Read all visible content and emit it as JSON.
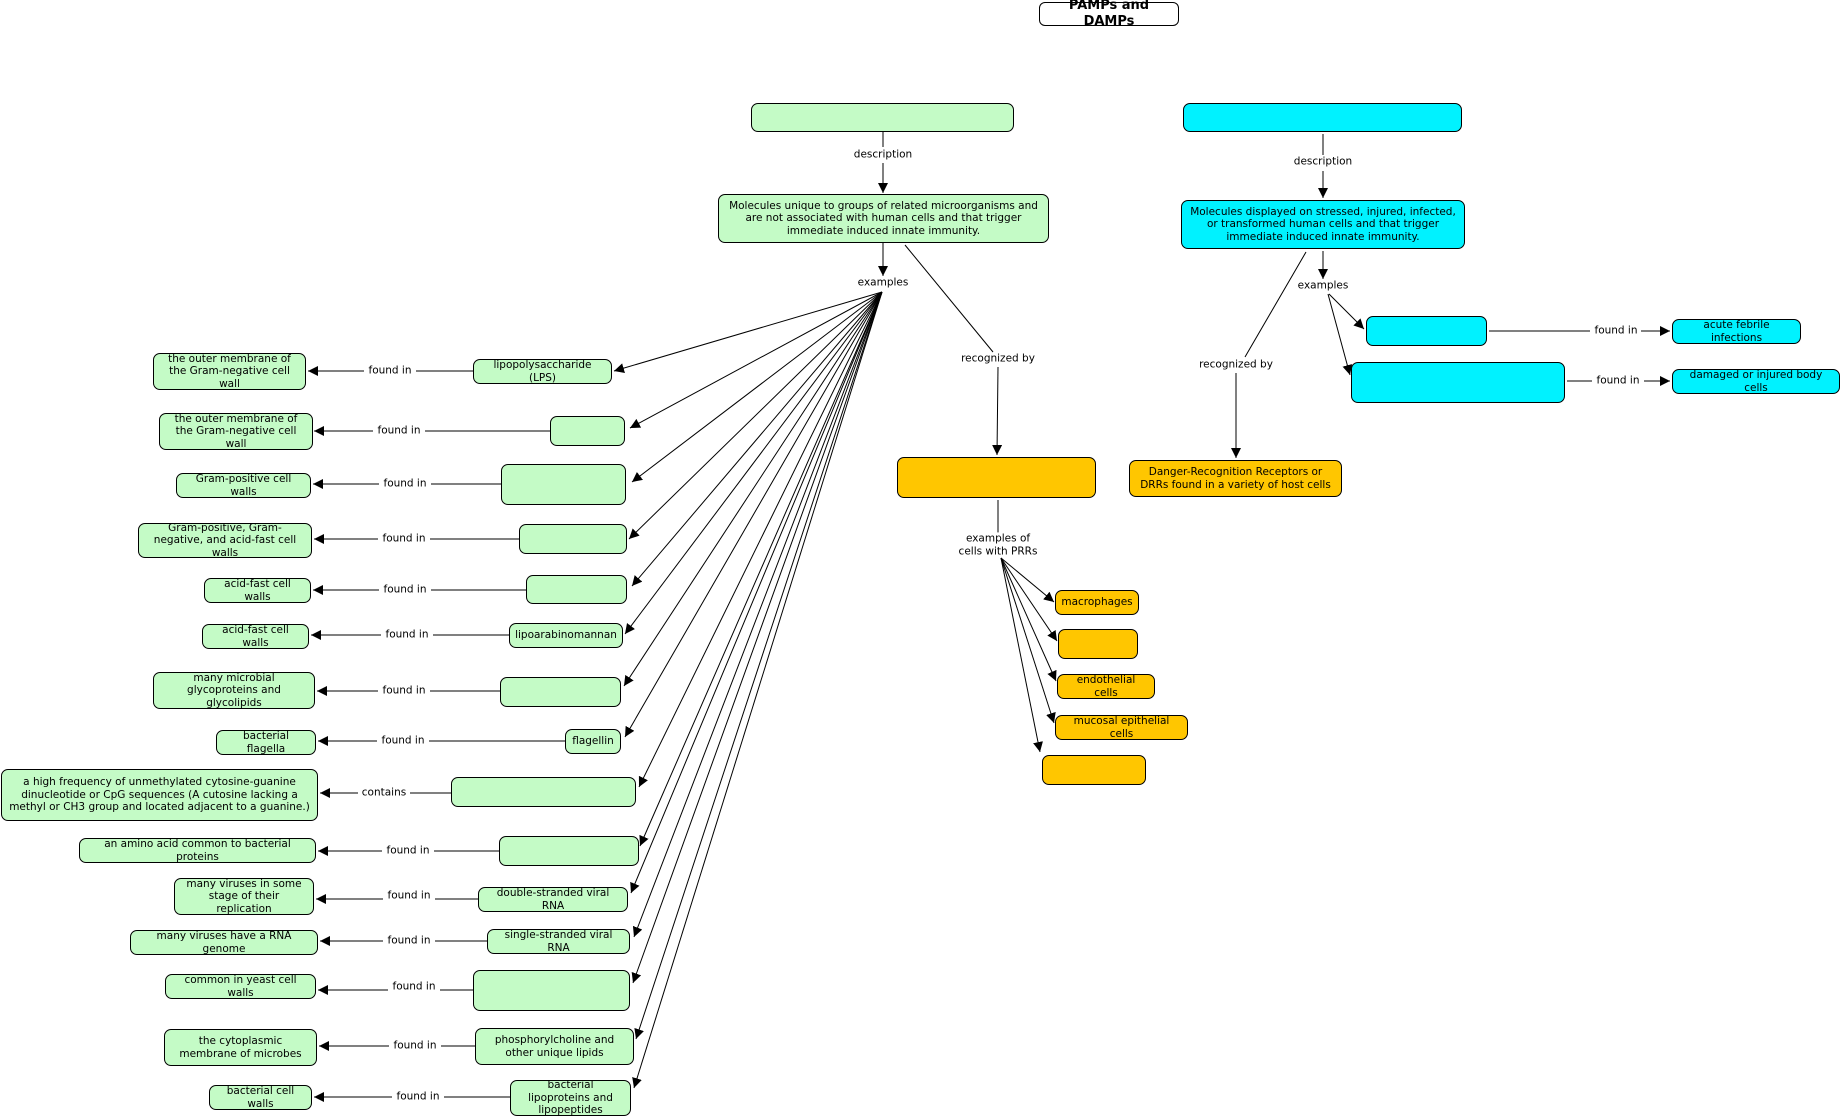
{
  "title": "PAMPs and DAMPs",
  "colors": {
    "pamp": "#c4fbc6",
    "damp": "#00f2ff",
    "receptor": "#ffc600",
    "line": "#000000"
  },
  "pamp": {
    "header": "",
    "description_label": "description",
    "description": "Molecules unique to groups of related microorganisms and are not associated with human cells and that trigger immediate induced innate immunity.",
    "examples_label": "examples",
    "recognized_by_label": "recognized by",
    "receptor": "",
    "cells_label": "examples of cells with PRRs",
    "cells": [
      "macrophages",
      "",
      "endothelial cells",
      "mucosal epithelial cells",
      ""
    ],
    "examples": [
      {
        "molecule": "lipopolysaccharide (LPS)",
        "relation": "found in",
        "location": "the outer membrane of the Gram-negative cell wall"
      },
      {
        "molecule": "",
        "relation": "found in",
        "location": "the outer membrane of the Gram-negative cell wall"
      },
      {
        "molecule": "",
        "relation": "found in",
        "location": "Gram-positive cell walls"
      },
      {
        "molecule": "",
        "relation": "found in",
        "location": "Gram-positive, Gram-negative, and acid-fast cell walls"
      },
      {
        "molecule": "",
        "relation": "found in",
        "location": "acid-fast cell walls"
      },
      {
        "molecule": "lipoarabinomannan",
        "relation": "found in",
        "location": "acid-fast cell walls"
      },
      {
        "molecule": "",
        "relation": "found in",
        "location": "many microbial glycoproteins and glycolipids"
      },
      {
        "molecule": "flagellin",
        "relation": "found in",
        "location": "bacterial flagella"
      },
      {
        "molecule": "",
        "relation": "contains",
        "location": "a high frequency of unmethylated cytosine-guanine dinucleotide or CpG sequences (A cutosine lacking a methyl or CH3 group and located adjacent to a guanine.)"
      },
      {
        "molecule": "",
        "relation": "found in",
        "location": "an amino acid common to bacterial proteins"
      },
      {
        "molecule": "double-stranded viral RNA",
        "relation": "found in",
        "location": "many viruses in some stage of their replication"
      },
      {
        "molecule": "single-stranded viral RNA",
        "relation": "found in",
        "location": "many viruses have a RNA genome"
      },
      {
        "molecule": "",
        "relation": "found in",
        "location": "common in yeast cell walls"
      },
      {
        "molecule": "phosphorylcholine and other unique lipids",
        "relation": "found in",
        "location": "the cytoplasmic membrane of microbes"
      },
      {
        "molecule": "bacterial lipoproteins and lipopeptides",
        "relation": "found in",
        "location": "bacterial cell walls"
      }
    ]
  },
  "damp": {
    "header": "",
    "description_label": "description",
    "description": "Molecules displayed on stressed, injured, infected, or transformed human cells and that trigger immediate induced innate immunity.",
    "examples_label": "examples",
    "recognized_by_label": "recognized by",
    "receptor": "Danger-Recognition Receptors or DRRs found in a variety of host cells",
    "examples": [
      {
        "molecule": "",
        "relation": "found in",
        "location": "acute febrile infections"
      },
      {
        "molecule": "",
        "relation": "found in",
        "location": "damaged or injured body cells"
      }
    ]
  }
}
